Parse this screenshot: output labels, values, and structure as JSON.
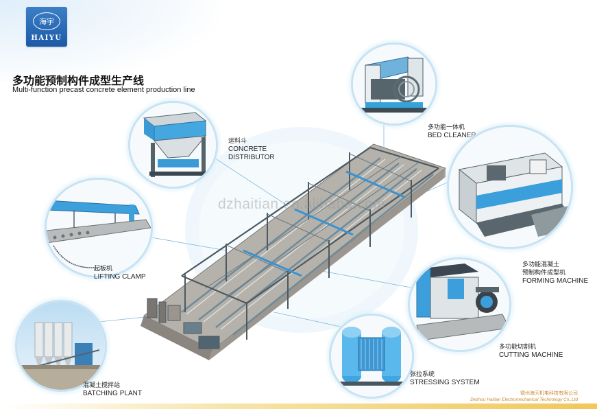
{
  "logo": {
    "cn": "海宇",
    "en": "HAIYU"
  },
  "title": {
    "cn": "多功能预制构件成型生产线",
    "en": "Multi-function precast concrete element production line"
  },
  "watermark": "dzhaitian.en.alibaba.com",
  "components": [
    {
      "id": "bed-cleaner",
      "cn": "多功能一体机",
      "en": "BED CLEANER"
    },
    {
      "id": "concrete-distributor",
      "cn": "运料斗",
      "en_line1": "CONCRETE",
      "en_line2": "DISTRIBUTOR"
    },
    {
      "id": "forming-machine",
      "cn_line1": "多功能混凝土",
      "cn_line2": "预制构件成型机",
      "en": "FORMING MACHINE"
    },
    {
      "id": "lifting-clamp",
      "cn": "起板机",
      "en": "LIFTING CLAMP"
    },
    {
      "id": "cutting-machine",
      "cn": "多功能切割机",
      "en": "CUTTING MACHINE"
    },
    {
      "id": "stressing-system",
      "cn": "张拉系统",
      "en": "STRESSING SYSTEM"
    },
    {
      "id": "batching-plant",
      "cn": "混凝土搅拌站",
      "en": "BATCHING PLANT"
    }
  ],
  "footer": {
    "cn": "德州海天机电科技有限公司",
    "en": "Dezhou Haitian Electromechanical Technology Co.,Ltd"
  },
  "colors": {
    "accent": "#2a8fd0",
    "ring": "#c7e3f3",
    "steel": "#5d6b73",
    "footer": "#c7892f"
  }
}
